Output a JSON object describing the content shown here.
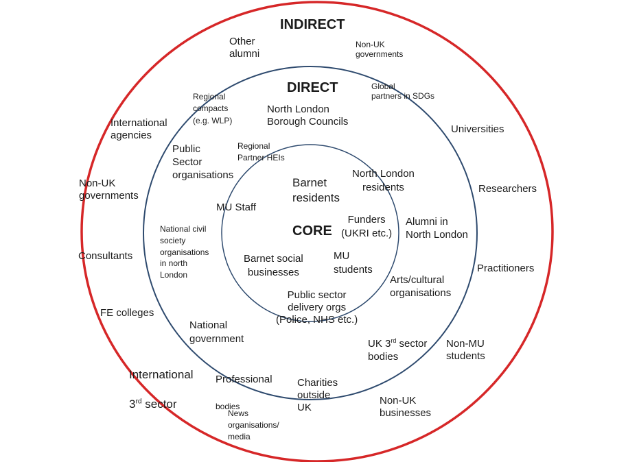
{
  "rings": {
    "outer_color": "#d62728",
    "middle_color": "#2e4a6e",
    "inner_color": "#2e4a6e"
  },
  "titles": {
    "indirect": "INDIRECT",
    "direct": "DIRECT",
    "core": "CORE"
  },
  "indirect": {
    "other_alumni": "Other\nalumni",
    "non_uk_governments_top": "Non-UK\ngovernments",
    "international_agencies": "International\nagencies",
    "universities": "Universities",
    "non_uk_governments_left": "Non-UK\ngovernments",
    "researchers": "Researchers",
    "consultants": "Consultants",
    "practitioners": "Practitioners",
    "fe_colleges": "FE colleges",
    "non_mu_students": "Non-MU\nstudents",
    "international_3rd_line1": "International",
    "international_3rd_line2_num": "3",
    "international_3rd_line2_sup": "rd",
    "international_3rd_line2_rest": " sector",
    "news_orgs": "News\norganisations/\nmedia",
    "non_uk_businesses": "Non-UK\nbusinesses"
  },
  "direct": {
    "regional_compacts": "Regional\ncompacts\n(e.g. WLP)",
    "north_london_councils": "North London\nBorough Councils",
    "global_partners": "Global\npartners in SDGs",
    "public_sector_orgs": "Public\nSector\norganisations",
    "alumni_north_london": "Alumni in\nNorth London",
    "national_civil_society": "National civil\nsociety\norganisations\nin north\nLondon",
    "arts_cultural": "Arts/cultural\norganisations",
    "national_government": "National\ngovernment",
    "uk_3rd_pre": "UK 3",
    "uk_3rd_sup": "rd",
    "uk_3rd_post": " sector\nbodies",
    "professional_bodies_line1": "Professional",
    "professional_bodies_line2": "bodies",
    "charities_outside_uk": "Charities\noutside\nUK"
  },
  "core": {
    "regional_partner_heis": "Regional\nPartner HEIs",
    "barnet_residents": "Barnet\nresidents",
    "north_london_residents": "North London\nresidents",
    "mu_staff": "MU Staff",
    "funders": "Funders\n(UKRI etc.)",
    "barnet_social_businesses": "Barnet social\nbusinesses",
    "mu_students": "MU\nstudents",
    "public_sector_delivery": "Public sector\ndelivery orgs\n(Police, NHS etc.)"
  }
}
